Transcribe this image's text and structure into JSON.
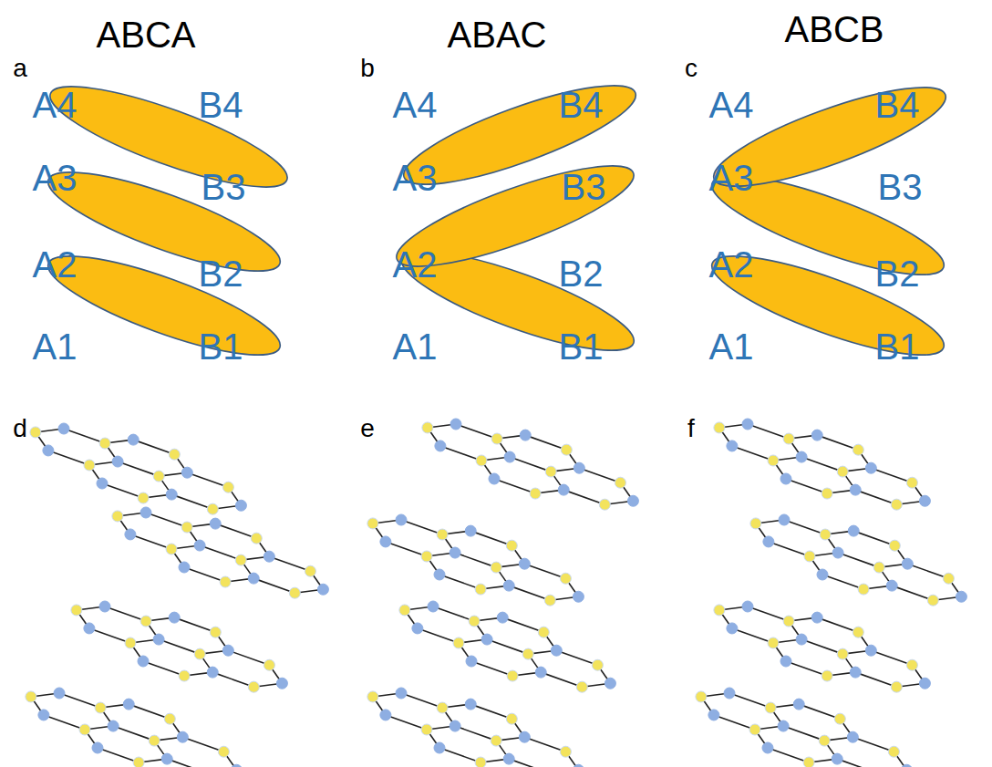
{
  "diagram": {
    "labels": [
      "ABCA",
      "ABAC",
      "ABCB",
      "a",
      "b",
      "c",
      "A4",
      "B4",
      "A3",
      "B3",
      "A2",
      "B2",
      "A1",
      "B1",
      "A4",
      "B4",
      "A3",
      "B3",
      "A2",
      "B2",
      "A1",
      "B1",
      "A4",
      "B4",
      "A3",
      "B3",
      "A2",
      "B2",
      "A1",
      "B1",
      "d",
      "e",
      "f"
    ]
  }
}
